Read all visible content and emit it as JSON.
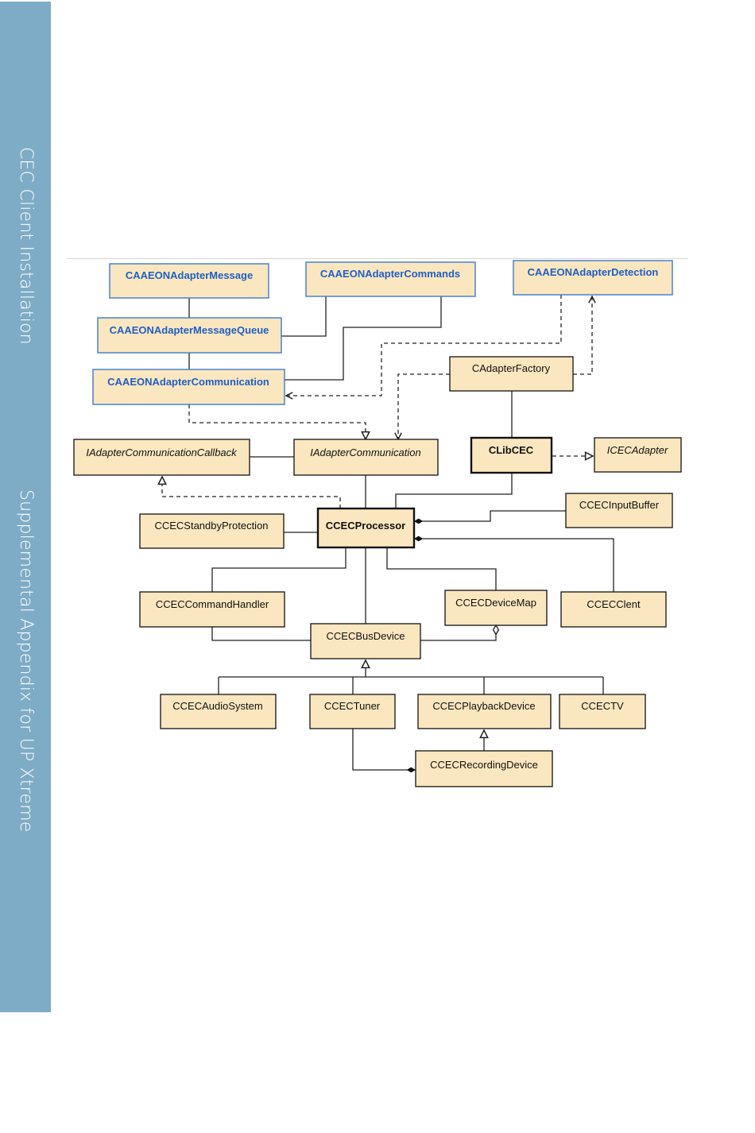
{
  "sidebar": {
    "title": "CEC Client Installation",
    "subtitle": "Supplemental Appendix for UP Xtreme"
  },
  "diagram": {
    "classes": {
      "aeon_message": "CAAEONAdapterMessage",
      "aeon_commands": "CAAEONAdapterCommands",
      "aeon_detection": "CAAEONAdapterDetection",
      "aeon_message_queue": "CAAEONAdapterMessageQueue",
      "aeon_communication": "CAAEONAdapterCommunication",
      "adapter_factory": "CAdapterFactory",
      "adapter_comm_callback": "IAdapterCommunicationCallback",
      "adapter_communication": "IAdapterCommunication",
      "libcec": "CLibCEC",
      "icec_adapter": "ICECAdapter",
      "input_buffer": "CCECInputBuffer",
      "standby_protection": "CCECStandbyProtection",
      "processor": "CCECProcessor",
      "command_handler": "CCECCommandHandler",
      "device_map": "CCECDeviceMap",
      "client": "CCECClent",
      "bus_device": "CCECBusDevice",
      "audio_system": "CCECAudioSystem",
      "tuner": "CCECTuner",
      "playback_device": "CCECPlaybackDevice",
      "tv": "CCECTV",
      "recording_device": "CCECRecordingDevice"
    },
    "colors": {
      "box_fill": "#fbe7bf",
      "aeon_border": "#3a7bd0",
      "aeon_text": "#1f5fc4",
      "sidebar": "#7eacc6"
    }
  }
}
